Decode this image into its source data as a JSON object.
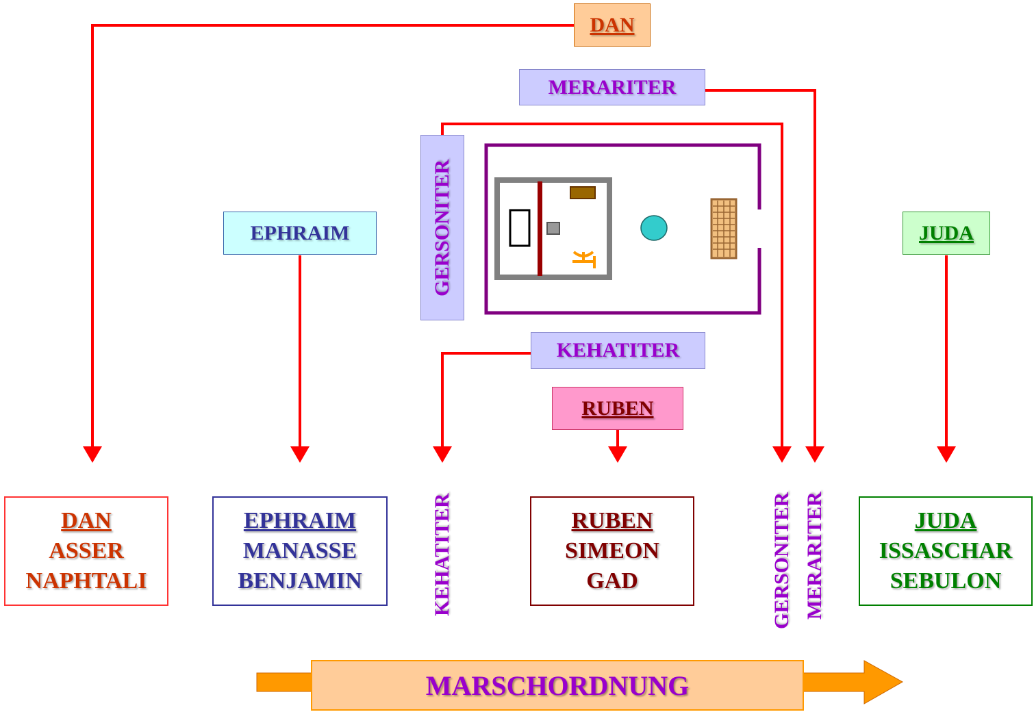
{
  "colors": {
    "arrow": "#ff0000",
    "tabernacle_wall": "#800080",
    "levite_text": "#9900cc"
  },
  "top_labels": {
    "dan": "DAN",
    "merariter": "MERARITER",
    "gersoniter": "GERSONITER",
    "ephraim": "EPHRAIM",
    "juda": "JUDA",
    "kehatiter": "KEHATITER",
    "ruben": "RUBEN"
  },
  "bottom_levites": {
    "kehatiter": "KEHATITER",
    "gersoniter": "GERSONITER",
    "merariter": "MERARITER"
  },
  "groups": {
    "dan": {
      "leader": "DAN",
      "tribes": [
        "ASSER",
        "NAPHTALI"
      ],
      "color": "#cc3300"
    },
    "ephraim": {
      "leader": "EPHRAIM",
      "tribes": [
        "MANASSE",
        "BENJAMIN"
      ],
      "color": "#333399"
    },
    "ruben": {
      "leader": "RUBEN",
      "tribes": [
        "SIMEON",
        "GAD"
      ],
      "color": "#800000"
    },
    "juda": {
      "leader": "JUDA",
      "tribes": [
        "ISSASCHAR",
        "SEBULON"
      ],
      "color": "#008000"
    }
  },
  "march_label": "MARSCHORDNUNG",
  "tabernacle_items": [
    "ark-icon",
    "incense-altar-icon",
    "table-icon",
    "lampstand-icon",
    "laver-icon",
    "altar-grate-icon"
  ]
}
